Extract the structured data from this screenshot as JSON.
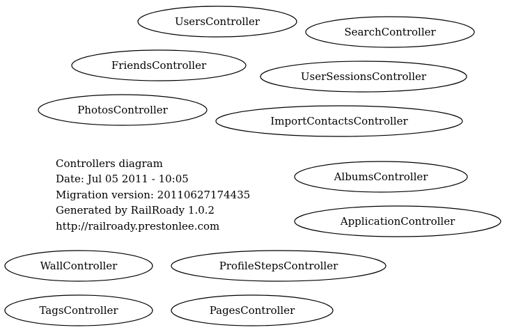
{
  "diagram": {
    "nodes": [
      {
        "label": "UsersController"
      },
      {
        "label": "SearchController"
      },
      {
        "label": "FriendsController"
      },
      {
        "label": "UserSessionsController"
      },
      {
        "label": "PhotosController"
      },
      {
        "label": "ImportContactsController"
      },
      {
        "label": "AlbumsController"
      },
      {
        "label": "ApplicationController"
      },
      {
        "label": "WallController"
      },
      {
        "label": "ProfileStepsController"
      },
      {
        "label": "TagsController"
      },
      {
        "label": "PagesController"
      }
    ],
    "info": {
      "lines": [
        "Controllers diagram",
        "Date: Jul 05 2011 - 10:05",
        "Migration version: 20110627174435",
        "Generated by RailRoady 1.0.2",
        "http://railroady.prestonlee.com"
      ]
    }
  }
}
